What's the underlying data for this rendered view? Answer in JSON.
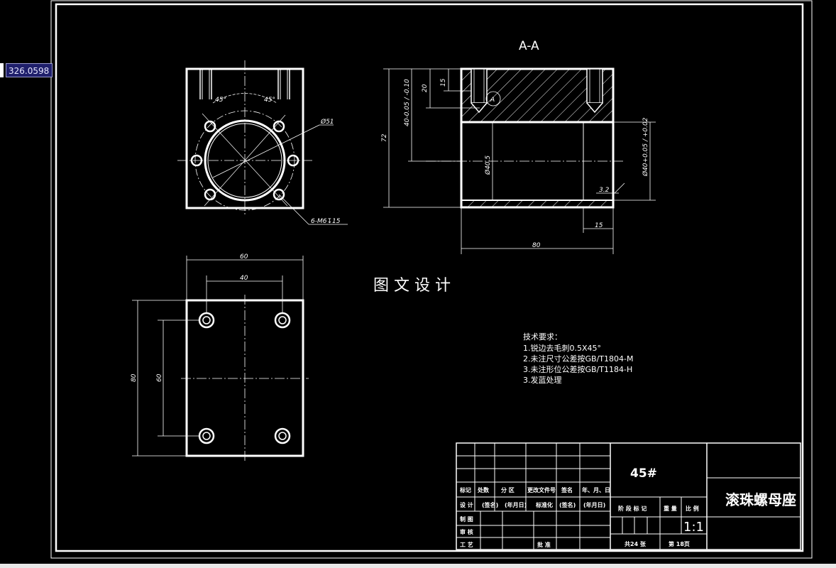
{
  "coord_readout": "326.0598",
  "section_label": "A-A",
  "watermark": "图 文 设 计",
  "dims": {
    "d51": "Ø51",
    "a45_left": "45°",
    "a45_right": "45°",
    "thread": "6-M6↧15",
    "top_w60": "60",
    "top_w40": "40",
    "left_h80": "80",
    "left_h60": "60",
    "sec_20": "20",
    "sec_15": "15",
    "sec_72": "72",
    "sec_tol": "40-0.05 / -0.10",
    "sec_d405": "Ø40.5",
    "sec_d40": "Ø40+0.05 / +0.02",
    "sec_32": "3.2",
    "sec_15b": "15",
    "sec_80": "80",
    "balloon": "A"
  },
  "tech_req": {
    "title": "技术要求：",
    "items": [
      "1.锐边去毛刺0.5X45°",
      "2.未注尺寸公差按GB/T1804-M",
      "3.未注形位公差按GB/T1184-H",
      "3.发蓝处理"
    ]
  },
  "title_block": {
    "material": "45#",
    "part_name": "滚珠螺母座",
    "scale": "1:1",
    "header_row": [
      "标记",
      "处数",
      "分 区",
      "更改文件号",
      "签名",
      "年、月、日"
    ],
    "design_row": [
      "设 计",
      "(签名)",
      "(年月日)",
      "标准化",
      "(签名)",
      "(年月日)"
    ],
    "row_zhitu": "制 图",
    "row_shenhe": "审 核",
    "row_gongyi": "工 艺",
    "approve": "批 准",
    "stage_labels": [
      "阶 段 标 记",
      "重 量",
      "比 例"
    ],
    "total_sheets": "共24 张",
    "sheet_no": "第 18页"
  }
}
